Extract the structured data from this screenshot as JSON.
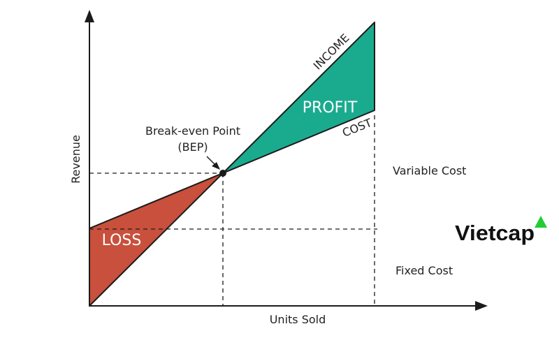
{
  "diagram": {
    "axis_y_label": "Revenue",
    "axis_x_label": "Units Sold",
    "bep_label_line1": "Break-even Point",
    "bep_label_line2": "(BEP)",
    "income_label": "INCOME",
    "cost_label": "COST",
    "profit_label": "PROFIT",
    "loss_label": "LOSS",
    "variable_cost_label": "Variable Cost",
    "fixed_cost_label": "Fixed Cost",
    "profit_color": "#1aab8f",
    "loss_color": "#c8503c"
  },
  "brand": {
    "logo_text": "Vietcap",
    "logo_mark": "triangle-icon",
    "accent_color": "#22cc33"
  }
}
